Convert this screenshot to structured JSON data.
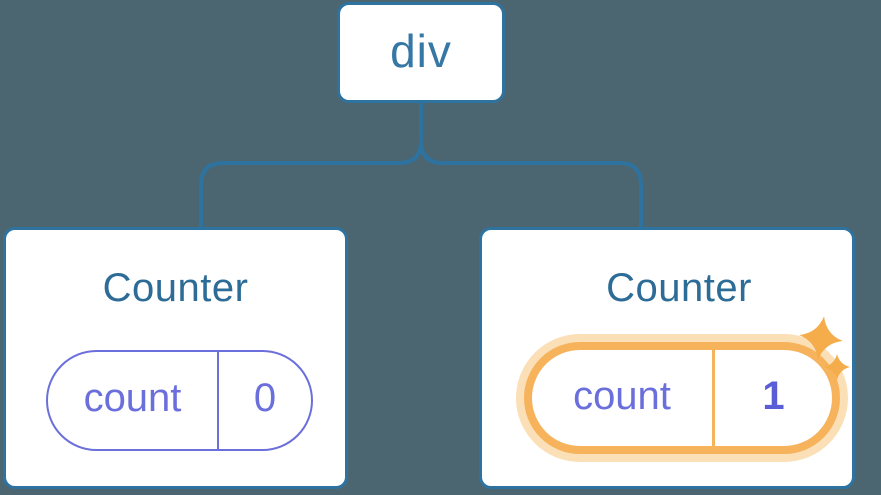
{
  "colors": {
    "bg": "#4B6671",
    "line": "#2E73A0",
    "nodeText": "#3577A5",
    "titleText": "#2C6C96",
    "purple": "#6B6FDB",
    "purpleBold": "#5A5ED6",
    "orange": "#F6B35C",
    "orangeGlow": "#FBDFB6",
    "sparkle": "#F5AC4B",
    "cardBg": "#FFFFFF"
  },
  "tree": {
    "root": {
      "label": "div"
    },
    "children": [
      {
        "title": "Counter",
        "state": {
          "key": "count",
          "value": "0"
        },
        "highlighted": false
      },
      {
        "title": "Counter",
        "state": {
          "key": "count",
          "value": "1"
        },
        "highlighted": true
      }
    ]
  }
}
